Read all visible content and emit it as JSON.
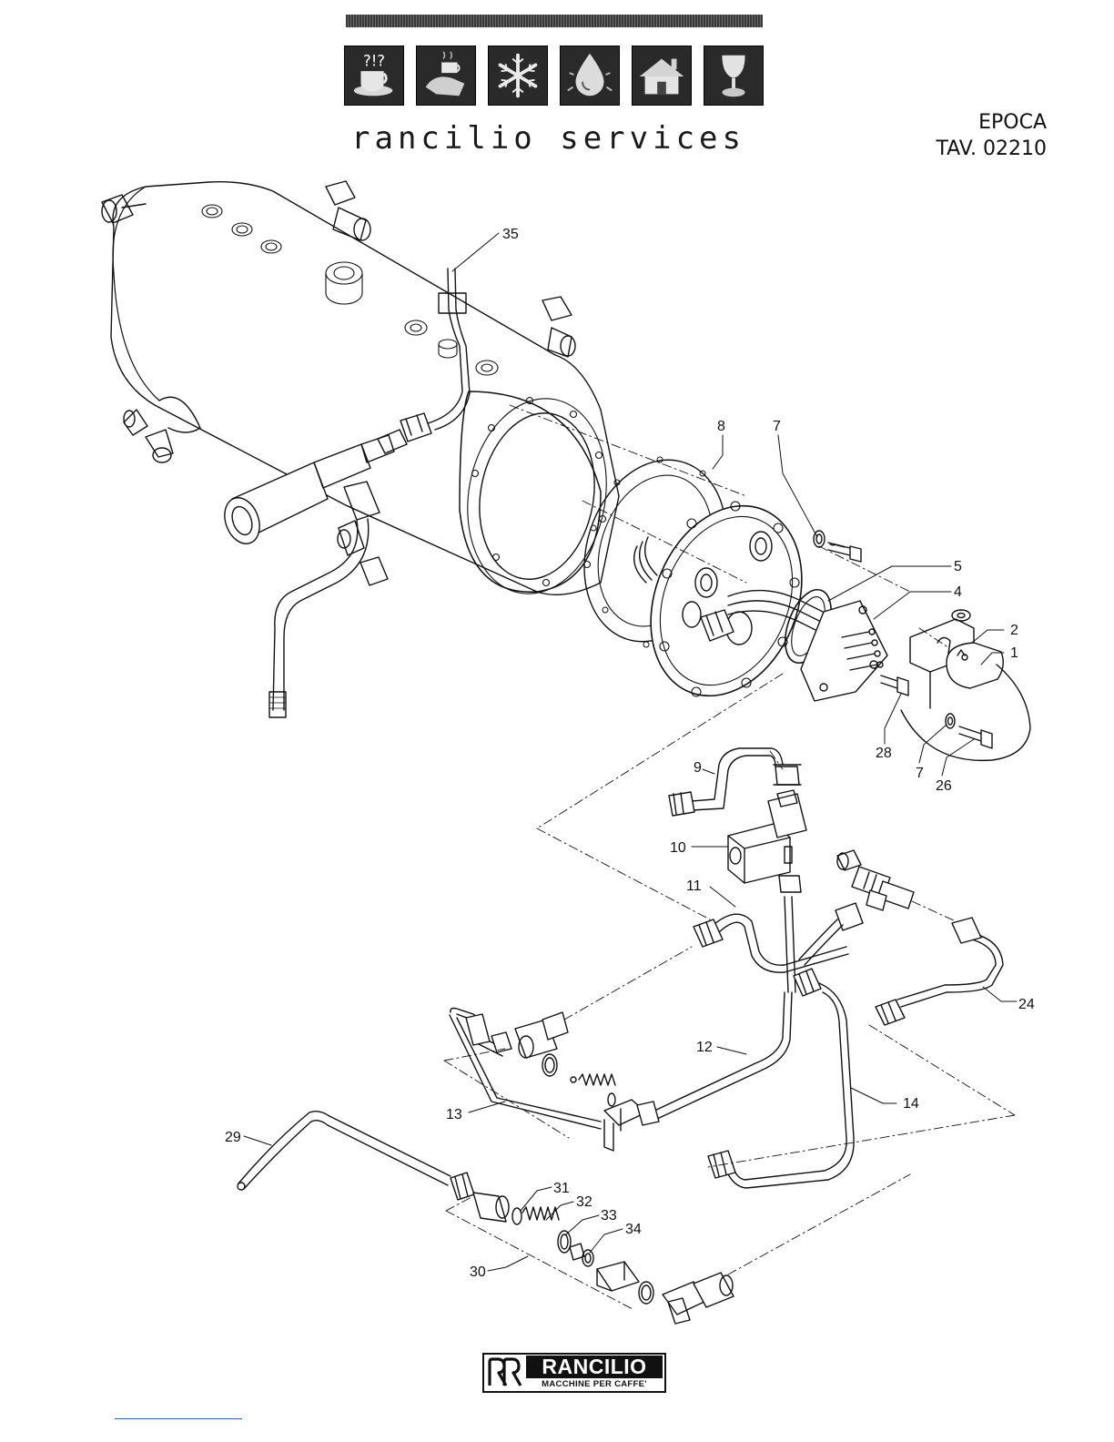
{
  "header": {
    "brand_title": "rancilio services",
    "model": "EPOCA",
    "table_code": "TAV. 02210",
    "icons": [
      "coffee-cup-icon",
      "hand-cup-icon",
      "snowflake-icon",
      "water-drop-icon",
      "house-icon",
      "goblet-icon"
    ]
  },
  "diagram": {
    "callouts": [
      "35",
      "8",
      "7",
      "5",
      "4",
      "2",
      "1",
      "28",
      "7",
      "26",
      "9",
      "10",
      "11",
      "24",
      "12",
      "14",
      "13",
      "29",
      "31",
      "32",
      "33",
      "34",
      "30"
    ]
  },
  "footer": {
    "logo_name": "RANCILIO",
    "logo_tagline": "MACCHINE PER CAFFE'"
  }
}
